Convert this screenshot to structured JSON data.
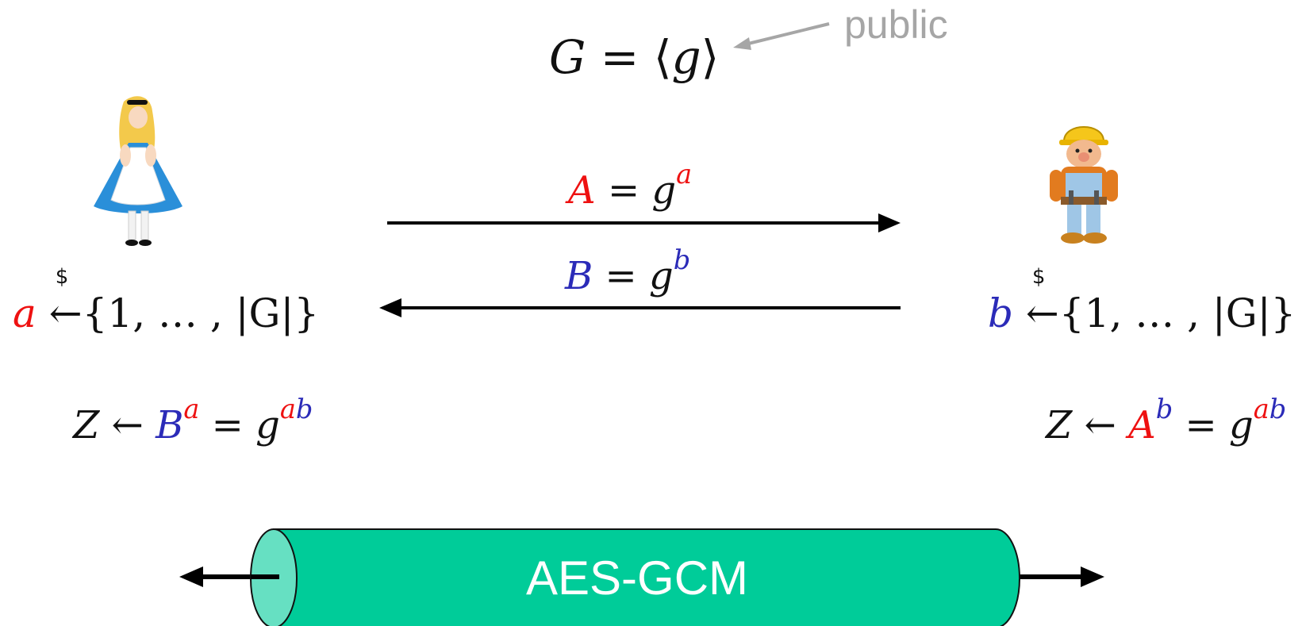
{
  "header": {
    "group_lhs": "G",
    "eq": "=",
    "group_rhs_open": "⟨",
    "group_rhs_g": "g",
    "group_rhs_close": "⟩",
    "public_label": "public"
  },
  "messages": {
    "to_bob": {
      "var": "A",
      "eq": "=",
      "base": "g",
      "exp": "a"
    },
    "to_alice": {
      "var": "B",
      "eq": "=",
      "base": "g",
      "exp": "b"
    }
  },
  "alice": {
    "secret": "a",
    "dollar": "$",
    "arrow": "←",
    "set": "{1, … , |G|}",
    "key_lhs": "Z ← ",
    "key_base": "B",
    "key_exp": "a",
    "key_eq": " = g",
    "key_result_exp_a": "a",
    "key_result_exp_b": "b"
  },
  "bob": {
    "secret": "b",
    "dollar": "$",
    "arrow": "←",
    "set": "{1, … , |G|}",
    "key_lhs": "Z ← ",
    "key_base": "A",
    "key_exp": "b",
    "key_eq": " = g",
    "key_result_exp_a": "a",
    "key_result_exp_b": "b"
  },
  "tunnel": {
    "label": "AES-GCM"
  },
  "colors": {
    "alice_color": "#ee1111",
    "bob_color": "#2b2bb8",
    "tunnel_fill": "#00cc99",
    "tunnel_end": "#66e0c2",
    "public_gray": "#a6a6a6"
  },
  "icons": [
    "alice-illustration",
    "bob-the-builder-illustration"
  ]
}
